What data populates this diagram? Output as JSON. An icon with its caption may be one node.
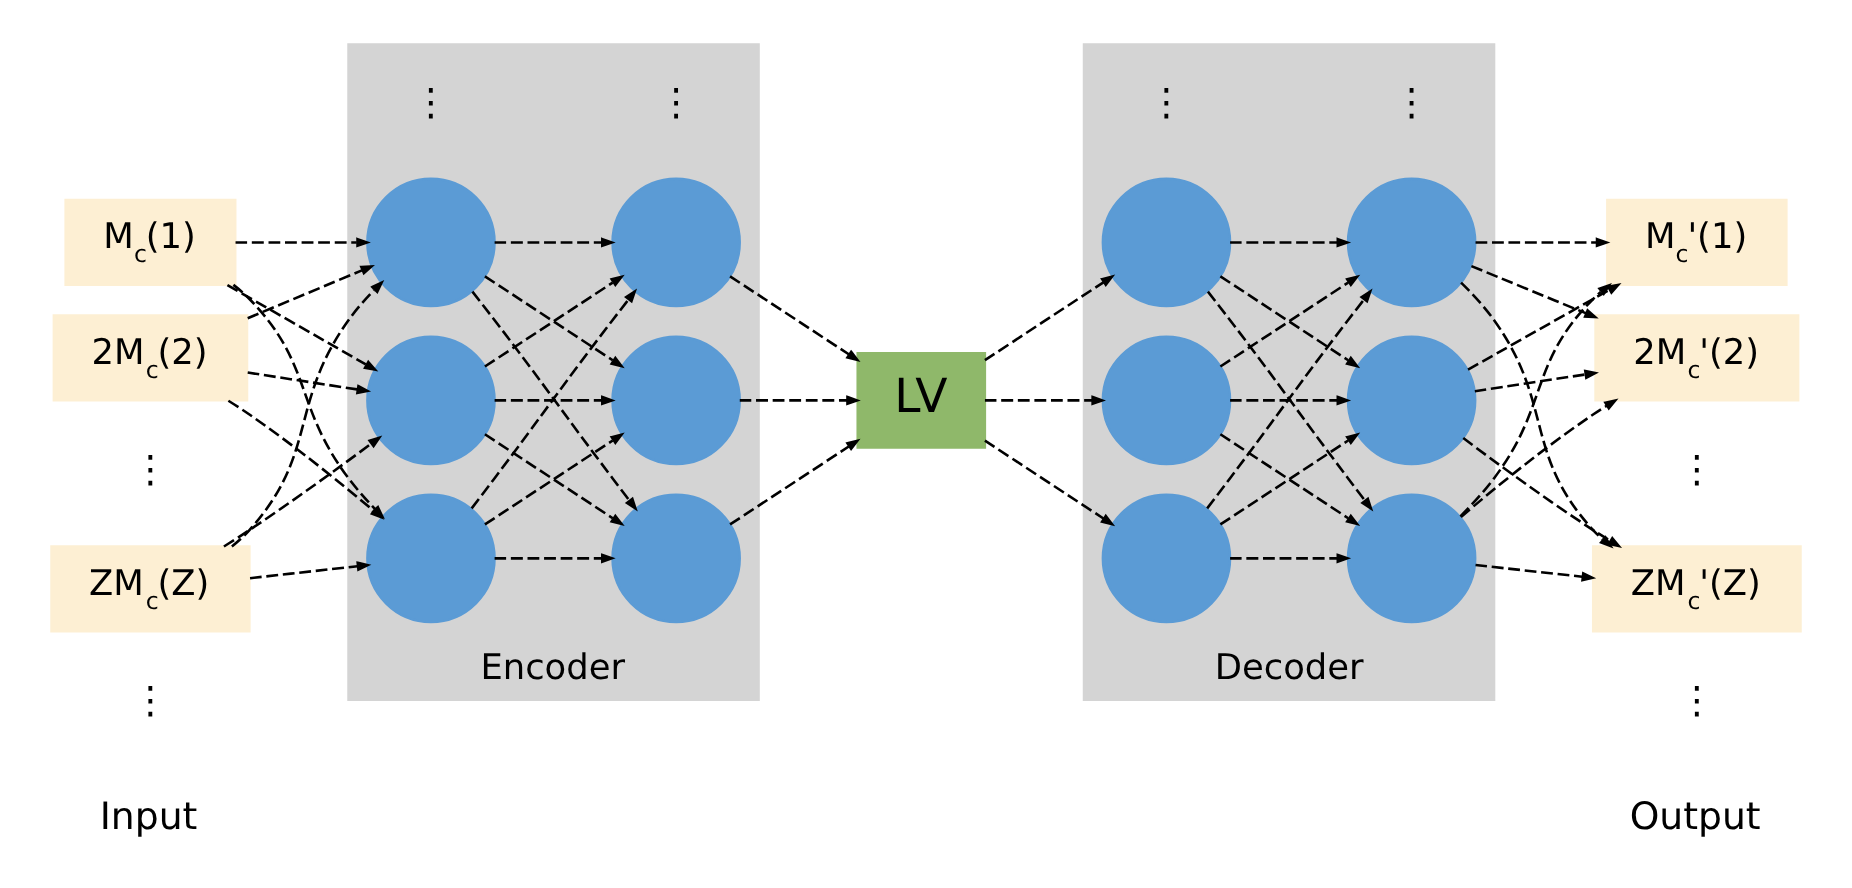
{
  "diagram": {
    "nodes": [
      {
        "text": [
          "M$_{c}$(1)"
        ]
      },
      {
        "text": [
          "2M$_{c}$(2)"
        ]
      },
      {
        "text": [
          "ZM$_{c}$(Z)"
        ]
      },
      {
        "text": [
          "Encoder"
        ]
      },
      {
        "text": [],
        "shape": "circle",
        "in": 3
      },
      {
        "text": [],
        "shape": "circle",
        "in": 3
      },
      {
        "text": [],
        "shape": "circle",
        "in": 3
      },
      {
        "text": [],
        "shape": "circle",
        "in": 3
      },
      {
        "text": [],
        "shape": "circle",
        "in": 3
      },
      {
        "text": [],
        "shape": "circle",
        "in": 3
      },
      {
        "text": [
          "LV"
        ]
      },
      {
        "text": [
          "Decoder"
        ]
      },
      {
        "text": [],
        "shape": "circle",
        "in": 11
      },
      {
        "text": [],
        "shape": "circle",
        "in": 11
      },
      {
        "text": [],
        "shape": "circle",
        "in": 11
      },
      {
        "text": [],
        "shape": "circle",
        "in": 11
      },
      {
        "text": [],
        "shape": "circle",
        "in": 11
      },
      {
        "text": [],
        "shape": "circle",
        "in": 11
      },
      {
        "text": [
          "M$_{c}$'(1)"
        ]
      },
      {
        "text": [
          "2M$_{c}$'(2)"
        ]
      },
      {
        "text": [
          "ZM$_{c}$'(Z)"
        ]
      }
    ],
    "edges": [
      {
        "from": 0,
        "to": 4,
        "arrow": "to",
        "style": "dashed"
      },
      {
        "from": 0,
        "to": 5,
        "arrow": "to",
        "style": "dashed"
      },
      {
        "from": 0,
        "to": 6,
        "arrow": "to",
        "style": "dashed"
      },
      {
        "from": 1,
        "to": 4,
        "arrow": "to",
        "style": "dashed"
      },
      {
        "from": 1,
        "to": 5,
        "arrow": "to",
        "style": "dashed"
      },
      {
        "from": 1,
        "to": 6,
        "arrow": "to",
        "style": "dashed"
      },
      {
        "from": 2,
        "to": 4,
        "arrow": "to",
        "style": "dashed"
      },
      {
        "from": 2,
        "to": 5,
        "arrow": "to",
        "style": "dashed"
      },
      {
        "from": 2,
        "to": 6,
        "arrow": "to",
        "style": "dashed"
      },
      {
        "from": 4,
        "to": 7,
        "arrow": "to",
        "style": "dashed"
      },
      {
        "from": 4,
        "to": 8,
        "arrow": "to",
        "style": "dashed"
      },
      {
        "from": 4,
        "to": 9,
        "arrow": "to",
        "style": "dashed"
      },
      {
        "from": 5,
        "to": 7,
        "arrow": "to",
        "style": "dashed"
      },
      {
        "from": 5,
        "to": 8,
        "arrow": "to",
        "style": "dashed"
      },
      {
        "from": 5,
        "to": 9,
        "arrow": "to",
        "style": "dashed"
      },
      {
        "from": 6,
        "to": 7,
        "arrow": "to",
        "style": "dashed"
      },
      {
        "from": 6,
        "to": 8,
        "arrow": "to",
        "style": "dashed"
      },
      {
        "from": 6,
        "to": 9,
        "arrow": "to",
        "style": "dashed"
      },
      {
        "from": 7,
        "to": 10,
        "arrow": "to",
        "style": "dashed"
      },
      {
        "from": 8,
        "to": 10,
        "arrow": "to",
        "style": "dashed"
      },
      {
        "from": 9,
        "to": 10,
        "arrow": "to",
        "style": "dashed"
      },
      {
        "from": 10,
        "to": 12,
        "arrow": "to",
        "style": "dashed"
      },
      {
        "from": 10,
        "to": 13,
        "arrow": "to",
        "style": "dashed"
      },
      {
        "from": 10,
        "to": 14,
        "arrow": "to",
        "style": "dashed"
      },
      {
        "from": 12,
        "to": 15,
        "arrow": "to",
        "style": "dashed"
      },
      {
        "from": 12,
        "to": 16,
        "arrow": "to",
        "style": "dashed"
      },
      {
        "from": 12,
        "to": 17,
        "arrow": "to",
        "style": "dashed"
      },
      {
        "from": 13,
        "to": 15,
        "arrow": "to",
        "style": "dashed"
      },
      {
        "from": 13,
        "to": 16,
        "arrow": "to",
        "style": "dashed"
      },
      {
        "from": 13,
        "to": 17,
        "arrow": "to",
        "style": "dashed"
      },
      {
        "from": 14,
        "to": 15,
        "arrow": "to",
        "style": "dashed"
      },
      {
        "from": 14,
        "to": 16,
        "arrow": "to",
        "style": "dashed"
      },
      {
        "from": 14,
        "to": 17,
        "arrow": "to",
        "style": "dashed"
      },
      {
        "from": 15,
        "to": 18,
        "arrow": "to",
        "style": "dashed"
      },
      {
        "from": 15,
        "to": 19,
        "arrow": "to",
        "style": "dashed"
      },
      {
        "from": 15,
        "to": 20,
        "arrow": "to",
        "style": "dashed"
      },
      {
        "from": 16,
        "to": 18,
        "arrow": "to",
        "style": "dashed"
      },
      {
        "from": 16,
        "to": 19,
        "arrow": "to",
        "style": "dashed"
      },
      {
        "from": 16,
        "to": 20,
        "arrow": "to",
        "style": "dashed"
      },
      {
        "from": 17,
        "to": 18,
        "arrow": "to",
        "style": "dashed"
      },
      {
        "from": 17,
        "to": 19,
        "arrow": "to",
        "style": "dashed"
      },
      {
        "from": 17,
        "to": 20,
        "arrow": "to",
        "style": "dashed"
      }
    ],
    "labels": [
      "⋮",
      "⋮",
      "Input",
      "⋮",
      "⋮",
      "⋮",
      "⋮",
      "⋮",
      "⋮",
      "Output"
    ]
  }
}
